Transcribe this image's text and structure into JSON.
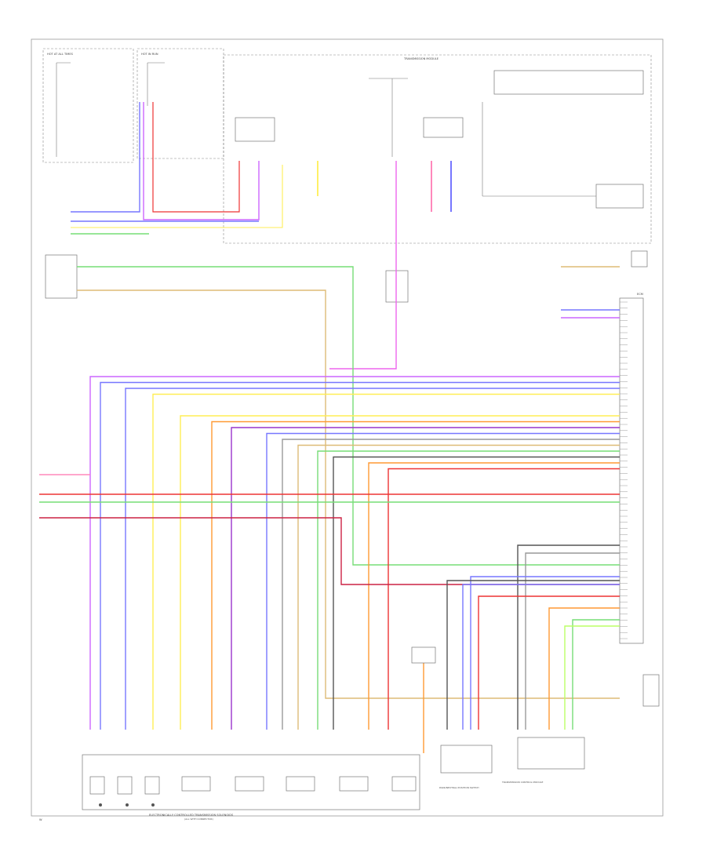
{
  "diagram": {
    "module_title": "TRANSMISSION MODULE",
    "corner_label": "W",
    "main_bottom_label": "ELECTRONICALLY CONTROLLED TRANSMISSION SOLENOIDS",
    "main_bottom_sublabel": "(ALL WITH CONNECTOR)",
    "right_bottom_label": "TRANSMISSION CONTROL MODULE",
    "center_bottom_label": "PARK/NEUTRAL POSITION SWITCH",
    "module_block_label": "ECM",
    "upper_left_labels": [
      "HOT AT ALL TIMES",
      "HOT IN RUN"
    ],
    "colors": {
      "violet": "#cc66ff",
      "blue": "#7777ff",
      "yellow": "#ffee55",
      "green": "#77dd77",
      "lime": "#bbff66",
      "orange": "#ff9933",
      "red": "#ee3333",
      "darkred": "#cc2244",
      "purple": "#9933cc",
      "pink": "#ff88bb",
      "gray": "#999999",
      "dark": "#555555",
      "tan": "#ddbb77",
      "magenta": "#ee66ee"
    }
  }
}
